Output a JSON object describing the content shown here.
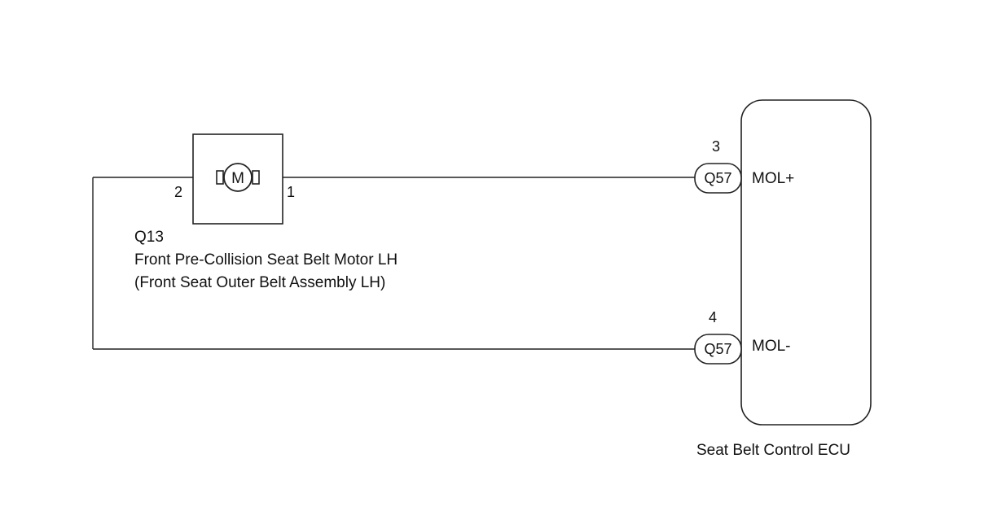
{
  "motor": {
    "connector": "Q13",
    "name": "Front Pre-Collision Seat Belt Motor LH",
    "assembly": "(Front Seat Outer Belt Assembly LH)",
    "symbol": "M",
    "pin_left": "2",
    "pin_right": "1"
  },
  "ecu": {
    "name": "Seat Belt Control ECU",
    "terminals": [
      {
        "pin": "3",
        "connector": "Q57",
        "signal": "MOL+"
      },
      {
        "pin": "4",
        "connector": "Q57",
        "signal": "MOL-"
      }
    ]
  },
  "colors": {
    "line": "#222222",
    "text": "#111111",
    "background": "#ffffff"
  }
}
